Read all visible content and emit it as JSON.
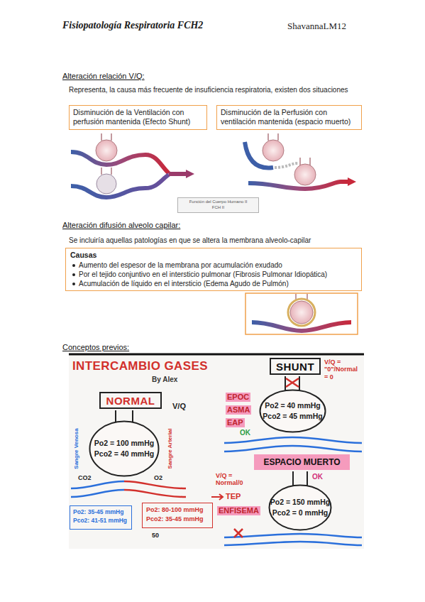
{
  "diagram": {
    "title": "Fisiopatología Respiratoria FCH2",
    "nodes": [
      {
        "text": [
          "Disminución de la Ventilación con perfusión mantenida (Efecto Shunt)"
        ]
      },
      {
        "text": [
          "Disminución de la Perfusión con ventilación mantenida (espacio muerto)"
        ]
      },
      {
        "text": [
          "Función del Cuerpo Humano II",
          "FCH II"
        ]
      },
      {
        "text": [
          "Causas",
          "Aumento del espesor de la membrana por acumulación exudado",
          "Por el tejido conjuntivo en el intersticio pulmonar (Fibrosis Pulmonar Idiopática)",
          "Acumulación de líquido en el intersticio (Edema Agudo de Pulmón)"
        ]
      },
      {
        "text": [
          "NORMAL"
        ]
      },
      {
        "text": [
          "Po2 = 100 mmHg",
          "Pco2 = 40 mmHg"
        ]
      },
      {
        "text": [
          "Po2: 35-45 mmHg",
          "Pco2: 41-51 mmHg"
        ]
      },
      {
        "text": [
          "Po2: 80-100 mmHg",
          "Pco2: 35-45 mmHg"
        ]
      },
      {
        "text": [
          "SHUNT"
        ]
      },
      {
        "text": [
          "Po2 = 40 mmHg",
          "Pco2 = 45 mmHg"
        ]
      },
      {
        "text": [
          "ESPACIO MUERTO"
        ]
      },
      {
        "text": [
          "Po2 = 150 mmHg",
          "Pco2 = 0 mmHg"
        ]
      }
    ],
    "labels": [
      "ShavannaLM12",
      "Alteración relación V/Q:",
      "Representa, la causa más frecuente de insuficiencia respiratoria, existen dos situaciones",
      "Alteración difusión alveolo capilar:",
      "Se incluiría aquellas patologías en que se altera la membrana alveolo-capilar",
      "Conceptos previos:",
      "INTERCAMBIO GASES",
      "By Alex",
      "V/Q",
      "Sangre Venosa",
      "Sangre Arterial",
      "CO2",
      "O2",
      "50",
      "V/Q = \"0\"/Normal = 0",
      "EPOC",
      "ASMA",
      "EAP",
      "OK",
      "V/Q = Normal/0",
      "OK",
      "TEP",
      "ENFISEMA"
    ]
  }
}
